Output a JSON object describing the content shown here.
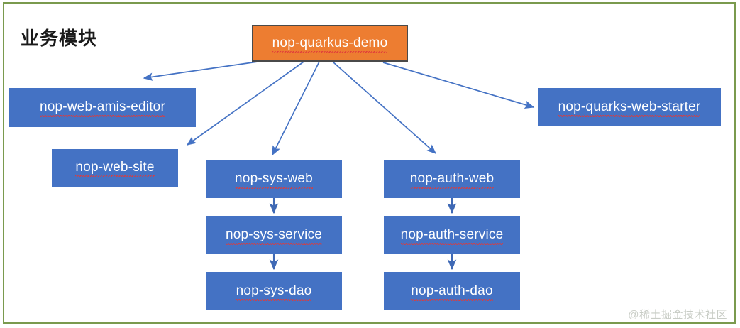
{
  "diagram": {
    "title": "业务模块",
    "watermark": "@稀土掘金技术社区",
    "colors": {
      "root_fill": "#ed7d31",
      "root_border": "#4a4a4a",
      "node_fill": "#4472c4",
      "arrow": "#4472c4",
      "frame_border": "#7a9a4e",
      "background": "#ffffff",
      "label_text": "#ffffff",
      "spellcheck_underline": "#e03a3a",
      "watermark_text": "#c9cdc6"
    },
    "nodes": [
      {
        "id": "root",
        "label": "nop-quarkus-demo",
        "type": "root"
      },
      {
        "id": "amis_editor",
        "label": "nop-web-amis-editor",
        "type": "module"
      },
      {
        "id": "web_site",
        "label": "nop-web-site",
        "type": "module"
      },
      {
        "id": "sys_web",
        "label": "nop-sys-web",
        "type": "module"
      },
      {
        "id": "sys_service",
        "label": "nop-sys-service",
        "type": "module"
      },
      {
        "id": "sys_dao",
        "label": "nop-sys-dao",
        "type": "module"
      },
      {
        "id": "auth_web",
        "label": "nop-auth-web",
        "type": "module"
      },
      {
        "id": "auth_service",
        "label": "nop-auth-service",
        "type": "module"
      },
      {
        "id": "auth_dao",
        "label": "nop-auth-dao",
        "type": "module"
      },
      {
        "id": "web_starter",
        "label": "nop-quarks-web-starter",
        "type": "module"
      }
    ],
    "edges": [
      {
        "from": "root",
        "to": "amis_editor"
      },
      {
        "from": "root",
        "to": "web_site"
      },
      {
        "from": "root",
        "to": "sys_web"
      },
      {
        "from": "root",
        "to": "auth_web"
      },
      {
        "from": "root",
        "to": "web_starter"
      },
      {
        "from": "sys_web",
        "to": "sys_service"
      },
      {
        "from": "sys_service",
        "to": "sys_dao"
      },
      {
        "from": "auth_web",
        "to": "auth_service"
      },
      {
        "from": "auth_service",
        "to": "auth_dao"
      }
    ]
  }
}
